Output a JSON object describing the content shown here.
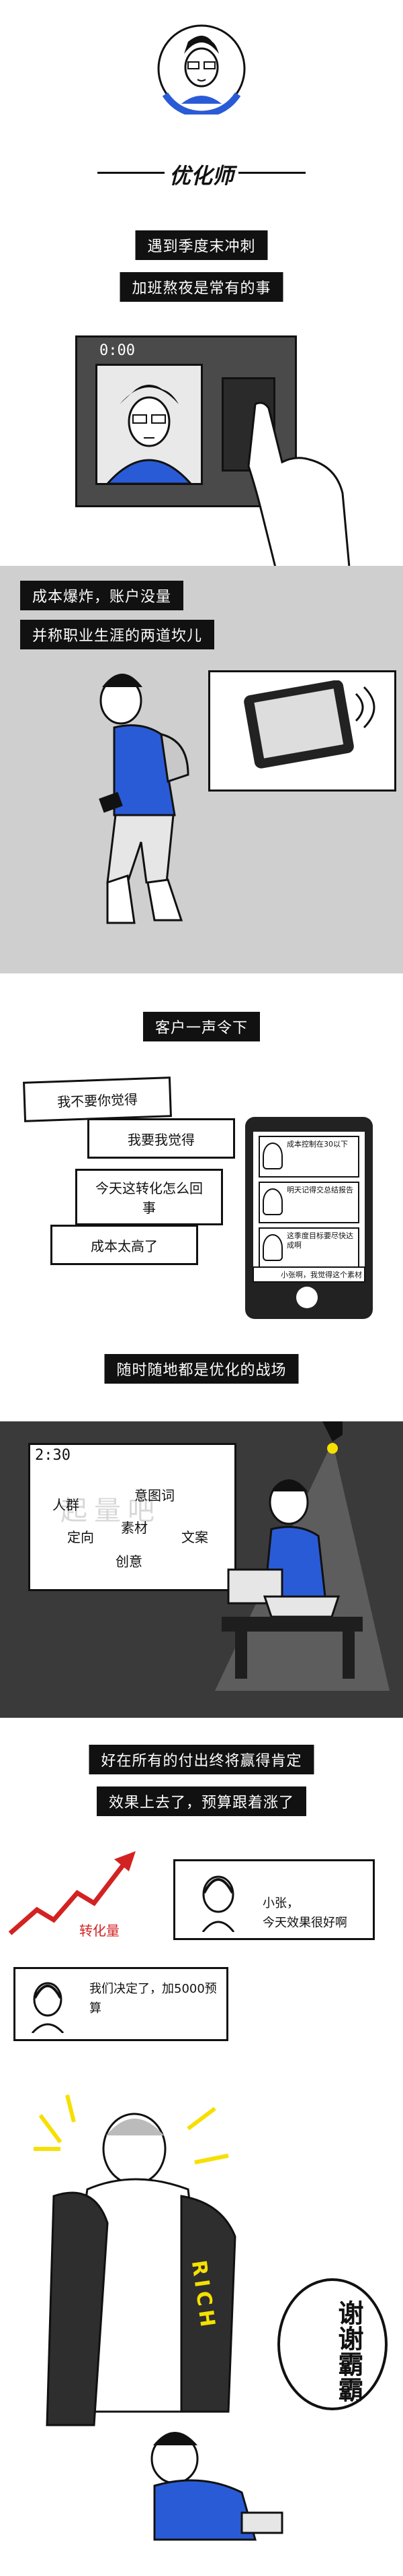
{
  "title": "优化师",
  "scene1": {
    "line1": "遇到季度末冲刺",
    "line2": "加班熬夜是常有的事",
    "screen_time": "0:00"
  },
  "scene2": {
    "line1": "成本爆炸，账户没量",
    "line2": "并称职业生涯的两道坎儿"
  },
  "scene3": {
    "header": "客户一声令下",
    "cards": [
      "我不要你觉得",
      "我要我觉得",
      "今天这转化怎么回事",
      "成本太高了"
    ],
    "phone_msgs": [
      "成本控制在30以下",
      "明天记得交总结报告",
      "这季度目标要尽快达成啊",
      "小张啊，我觉得这个素材"
    ]
  },
  "scene4": {
    "header": "随时随地都是优化的战场",
    "time": "2:30",
    "words": [
      "人群",
      "意图词",
      "定向",
      "素材",
      "文案",
      "创意"
    ],
    "watermark": "起量吧"
  },
  "scene5": {
    "line1": "好在所有的付出终将赢得肯定",
    "line2": "效果上去了，预算跟着涨了",
    "arrow_label": "转化量",
    "bubble1": "小张，\n今天效果很好啊",
    "bubble2": "我们决定了，加5000预算"
  },
  "scene6": {
    "jacket_text": "RICH",
    "thanks": "谢谢霸霸"
  },
  "colors": {
    "accent_blue": "#2a5bd7",
    "red": "#d32222",
    "yellow": "#f6e000",
    "dark_panel": "#3a3a3a",
    "light_gray": "#cfcfcf"
  }
}
